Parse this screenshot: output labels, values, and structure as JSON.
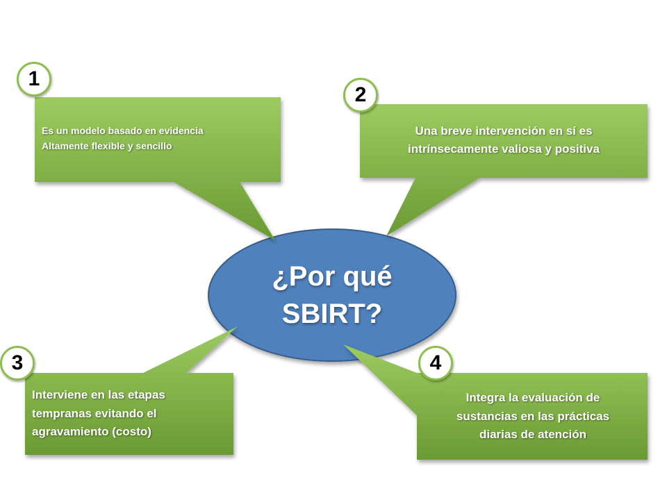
{
  "title_lines": [
    "¿Por qué",
    "SBIRT?"
  ],
  "callouts": [
    {
      "number": "1",
      "lines": [
        "Es un modelo basado  en evidencia",
        "Altamente flexible y sencillo"
      ]
    },
    {
      "number": "2",
      "lines": [
        "Una breve intervención en sí es",
        "intrínsecamente valiosa y positiva"
      ]
    },
    {
      "number": "3",
      "lines": [
        "Interviene en las etapas",
        "tempranas evitando el",
        "agravamiento (costo)"
      ]
    },
    {
      "number": "4",
      "lines": [
        "Integra la evaluación de",
        "sustancias en las prácticas",
        "diarias de atención"
      ]
    }
  ],
  "colors": {
    "callout_light": "#94c25a",
    "callout_dark": "#5f8f2b",
    "ellipse": "#4f81bd",
    "ellipse_border": "#385d8a",
    "badge_border": "#8cbd4e"
  }
}
